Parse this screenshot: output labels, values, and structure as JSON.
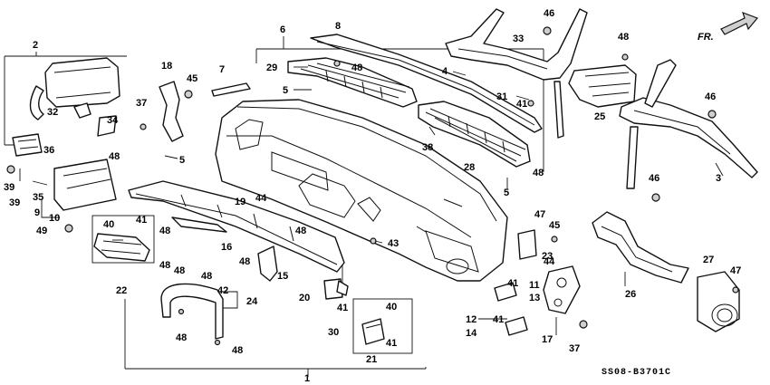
{
  "labels": {
    "p1": "1",
    "p2": "2",
    "p3": "3",
    "p4": "4",
    "p5a": "5",
    "p5b": "5",
    "p5c": "5",
    "p6": "6",
    "p7": "7",
    "p8": "8",
    "p9": "9",
    "p10": "10",
    "p11": "11",
    "p12": "12",
    "p13": "13",
    "p14": "14",
    "p15": "15",
    "p16": "16",
    "p17": "17",
    "p18": "18",
    "p19": "19",
    "p20": "20",
    "p21": "21",
    "p22": "22",
    "p23": "23",
    "p24": "24",
    "p25": "25",
    "p26": "26",
    "p27": "27",
    "p28": "28",
    "p29": "29",
    "p30": "30",
    "p31": "31",
    "p32": "32",
    "p33": "33",
    "p34": "34",
    "p35": "35",
    "p36": "36",
    "p37a": "37",
    "p37b": "37",
    "p38": "38",
    "p39a": "39",
    "p39b": "39",
    "p40a": "40",
    "p40b": "40",
    "p41a": "41",
    "p41b": "41",
    "p41c": "41",
    "p41d": "41",
    "p41e": "41",
    "p41f": "41",
    "p42": "42",
    "p43": "43",
    "p44a": "44",
    "p44b": "44",
    "p45a": "45",
    "p45b": "45",
    "p46a": "46",
    "p46b": "46",
    "p46c": "46",
    "p47a": "47",
    "p47b": "47",
    "p48a": "48",
    "p48b": "48",
    "p48c": "48",
    "p48d": "48",
    "p48e": "48",
    "p48f": "48",
    "p48g": "48",
    "p48h": "48",
    "p48i": "48",
    "p48j": "48",
    "p48k": "48",
    "p48l": "48",
    "p49": "49"
  },
  "direction_label": "FR.",
  "diagram_code": "SS08-B3701C"
}
